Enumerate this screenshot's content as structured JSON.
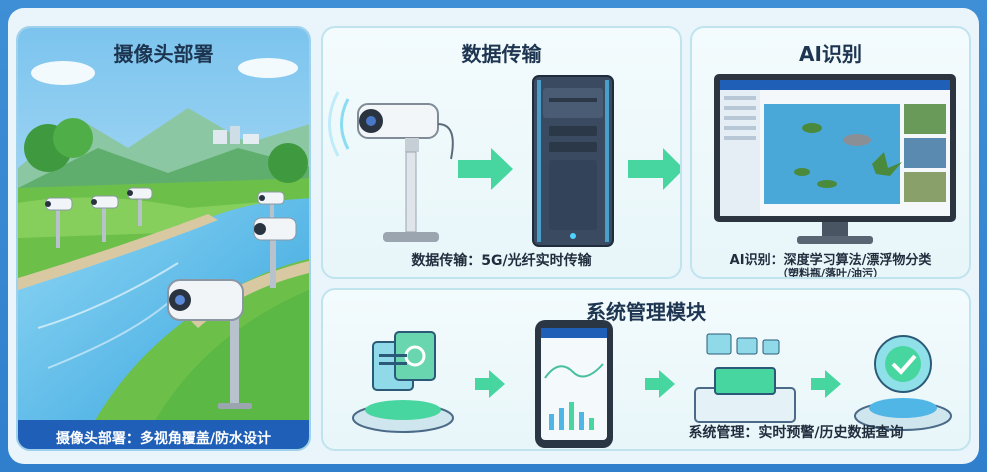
{
  "panels": {
    "camera": {
      "title": "摄像头部署",
      "caption": "摄像头部署：多视角覆盖/防水设计"
    },
    "transmission": {
      "title": "数据传输",
      "caption": "数据传输：5G/光纤实时传输"
    },
    "ai": {
      "title": "AI识别",
      "caption": "AI识别：深度学习算法/漂浮物分类",
      "subcaption": "（塑料瓶/落叶/油污）"
    },
    "management": {
      "title": "系统管理模块",
      "caption": "系统管理：实时预警/历史数据查询"
    }
  },
  "colors": {
    "background": "#3f8fd6",
    "panel_border": "#bfe4ee",
    "arrow": "#48d6a0",
    "caption_bar": "#1f5fb8",
    "water": "#4fb6e6"
  },
  "icons": [
    "cctv-camera-icon",
    "server-tower-icon",
    "monitor-icon",
    "smartphone-icon",
    "document-stack-icon",
    "dashboard-device-icon",
    "check-badge-icon"
  ]
}
